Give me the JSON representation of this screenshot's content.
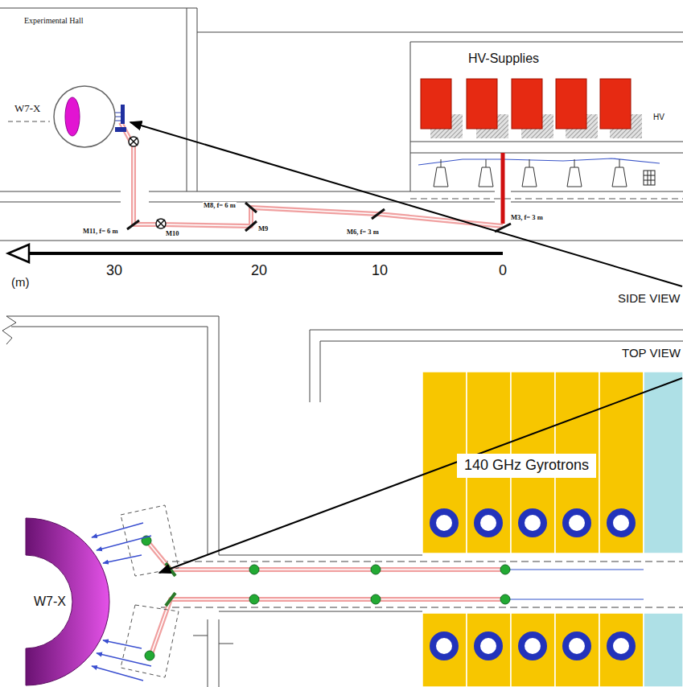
{
  "diagram": {
    "nodes": [
      {
        "text": [
          "W7-X"
        ]
      },
      {
        "text": [
          "140 GHz Gyrotrons"
        ]
      },
      {
        "text": [
          "W7-X"
        ]
      }
    ],
    "labels": [
      "Experimental Hall",
      "HV-Supplies",
      "HV",
      "M11, f= 6 m",
      "M10",
      "M8, f= 6 m",
      "M9",
      "M6, f= 3 m",
      "M3, f= 3 m",
      "30",
      "20",
      "10",
      "0",
      "(m)",
      "SIDE VIEW",
      "TOP VIEW"
    ]
  }
}
